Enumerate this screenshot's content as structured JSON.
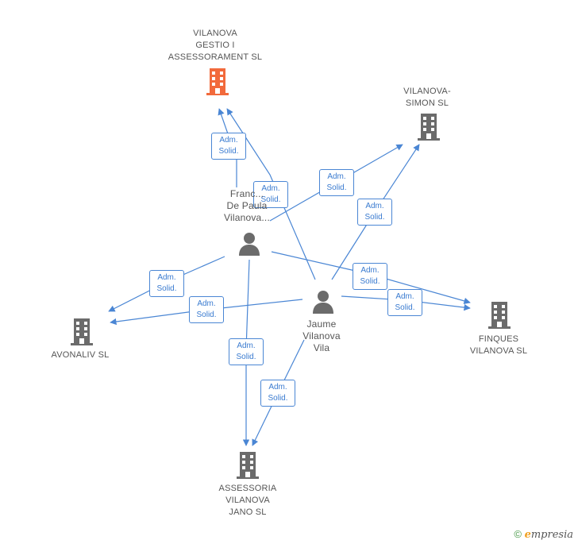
{
  "nodes": {
    "vilanova_gestio": {
      "label": "VILANOVA\nGESTIO I\nASSESSORAMENT SL",
      "kind": "company",
      "color": "#f26a3c"
    },
    "vilanova_simon": {
      "label": "VILANOVA-\nSIMON  SL",
      "kind": "company",
      "color": "#6b6b6b"
    },
    "francesc": {
      "label": "Franc...\nDe Paula\nVilanova...",
      "kind": "person",
      "color": "#6b6b6b"
    },
    "jaume": {
      "label": "Jaume\nVilanova\nVila",
      "kind": "person",
      "color": "#6b6b6b"
    },
    "avonaliv": {
      "label": "AVONALIV  SL",
      "kind": "company",
      "color": "#6b6b6b"
    },
    "finques": {
      "label": "FINQUES\nVILANOVA SL",
      "kind": "company",
      "color": "#6b6b6b"
    },
    "assessoria": {
      "label": "ASSESSORIA\nVILANOVA\nJANO SL",
      "kind": "company",
      "color": "#6b6b6b"
    }
  },
  "edge_label": "Adm.\nSolid.",
  "edges": [
    {
      "from": "francesc",
      "to": "vilanova_gestio",
      "label": "Adm.\nSolid."
    },
    {
      "from": "jaume",
      "to": "vilanova_gestio",
      "label": "Adm.\nSolid."
    },
    {
      "from": "francesc",
      "to": "vilanova_simon",
      "label": "Adm.\nSolid."
    },
    {
      "from": "jaume",
      "to": "vilanova_simon",
      "label": "Adm.\nSolid."
    },
    {
      "from": "francesc",
      "to": "avonaliv",
      "label": "Adm.\nSolid."
    },
    {
      "from": "jaume",
      "to": "avonaliv",
      "label": "Adm.\nSolid."
    },
    {
      "from": "francesc",
      "to": "finques",
      "label": "Adm.\nSolid."
    },
    {
      "from": "jaume",
      "to": "finques",
      "label": "Adm.\nSolid."
    },
    {
      "from": "francesc",
      "to": "assessoria",
      "label": "Adm.\nSolid."
    },
    {
      "from": "jaume",
      "to": "assessoria",
      "label": "Adm.\nSolid."
    }
  ],
  "colors": {
    "edge": "#4a86d4",
    "edge_label": "#3a7bd0",
    "text": "#555555"
  },
  "footer": {
    "copyright": "©",
    "brand_initial": "e",
    "brand_rest": "mpresia"
  }
}
